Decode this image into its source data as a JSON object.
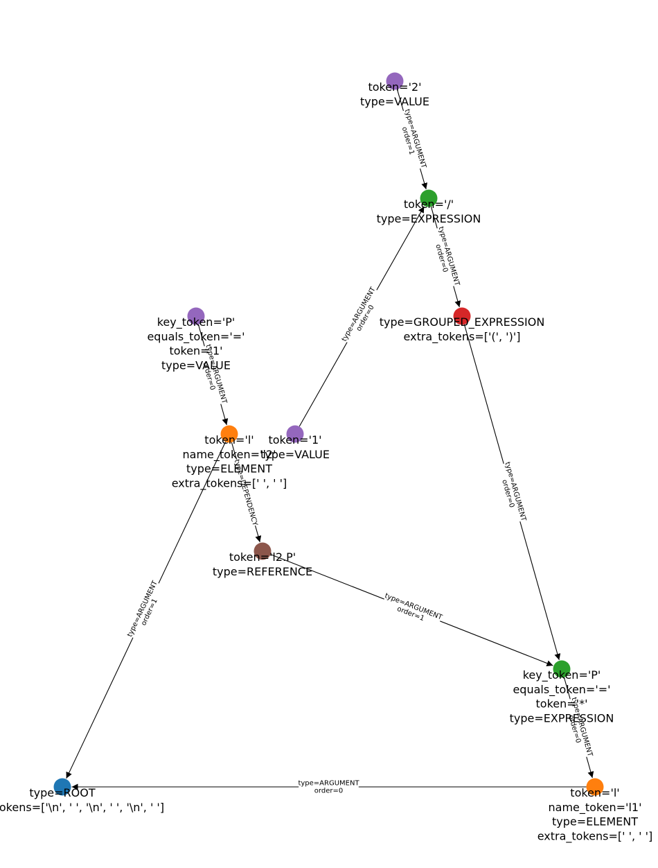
{
  "colors": {
    "blue": "#1f77b4",
    "orange": "#ff7f0e",
    "green": "#2ca02c",
    "red": "#d62728",
    "purple": "#9467bd",
    "brown": "#8c564b"
  },
  "nodes": [
    {
      "id": "n2",
      "color": "purple",
      "lines": [
        "token='2'",
        "type=VALUE"
      ]
    },
    {
      "id": "div",
      "color": "green",
      "lines": [
        "token='/'",
        "type=EXPRESSION"
      ]
    },
    {
      "id": "grp",
      "color": "red",
      "lines": [
        "type=GROUPED_EXPRESSION",
        "extra_tokens=['(', ')']"
      ]
    },
    {
      "id": "p1",
      "color": "purple",
      "lines": [
        "key_token='P'",
        "equals_token='='",
        "token='1'",
        "type=VALUE"
      ]
    },
    {
      "id": "el2",
      "color": "orange",
      "lines": [
        "token='l'",
        "name_token='l2'",
        "type=ELEMENT",
        "extra_tokens=[' ', ' ']"
      ]
    },
    {
      "id": "n1",
      "color": "purple",
      "lines": [
        "token='1'",
        "type=VALUE"
      ]
    },
    {
      "id": "ref",
      "color": "brown",
      "lines": [
        "token='l2.P'",
        "type=REFERENCE"
      ]
    },
    {
      "id": "mul",
      "color": "green",
      "lines": [
        "key_token='P'",
        "equals_token='='",
        "token='*'",
        "type=EXPRESSION"
      ]
    },
    {
      "id": "root",
      "color": "blue",
      "lines": [
        "type=ROOT",
        "extra_tokens=['\\n', '    ', '\\n', '    ', '\\n', '    ']"
      ]
    },
    {
      "id": "el1",
      "color": "orange",
      "lines": [
        "token='l'",
        "name_token='l1'",
        "type=ELEMENT",
        "extra_tokens=[' ', ' ']"
      ]
    }
  ],
  "edges": [
    {
      "id": "e1",
      "source": "n2",
      "target": "div",
      "lines": [
        "type=ARGUMENT",
        "order=1"
      ]
    },
    {
      "id": "e2",
      "source": "n1",
      "target": "div",
      "lines": [
        "type=ARGUMENT",
        "order=0"
      ]
    },
    {
      "id": "e3",
      "source": "div",
      "target": "grp",
      "lines": [
        "type=ARGUMENT",
        "order=0"
      ]
    },
    {
      "id": "e4",
      "source": "grp",
      "target": "mul",
      "lines": [
        "type=ARGUMENT",
        "order=0"
      ]
    },
    {
      "id": "e5",
      "source": "p1",
      "target": "el2",
      "lines": [
        "type=ARGUMENT",
        "order=0"
      ]
    },
    {
      "id": "e6",
      "source": "el2",
      "target": "ref",
      "lines": [
        "type=DEPENDENCY"
      ]
    },
    {
      "id": "e7",
      "source": "ref",
      "target": "mul",
      "lines": [
        "type=ARGUMENT",
        "order=1"
      ]
    },
    {
      "id": "e8",
      "source": "el2",
      "target": "root",
      "lines": [
        "type=ARGUMENT",
        "order=1"
      ]
    },
    {
      "id": "e9",
      "source": "mul",
      "target": "el1",
      "lines": [
        "type=ARGUMENT",
        "order=0"
      ]
    },
    {
      "id": "e10",
      "source": "el1",
      "target": "root",
      "lines": [
        "type=ARGUMENT",
        "order=0"
      ]
    }
  ]
}
